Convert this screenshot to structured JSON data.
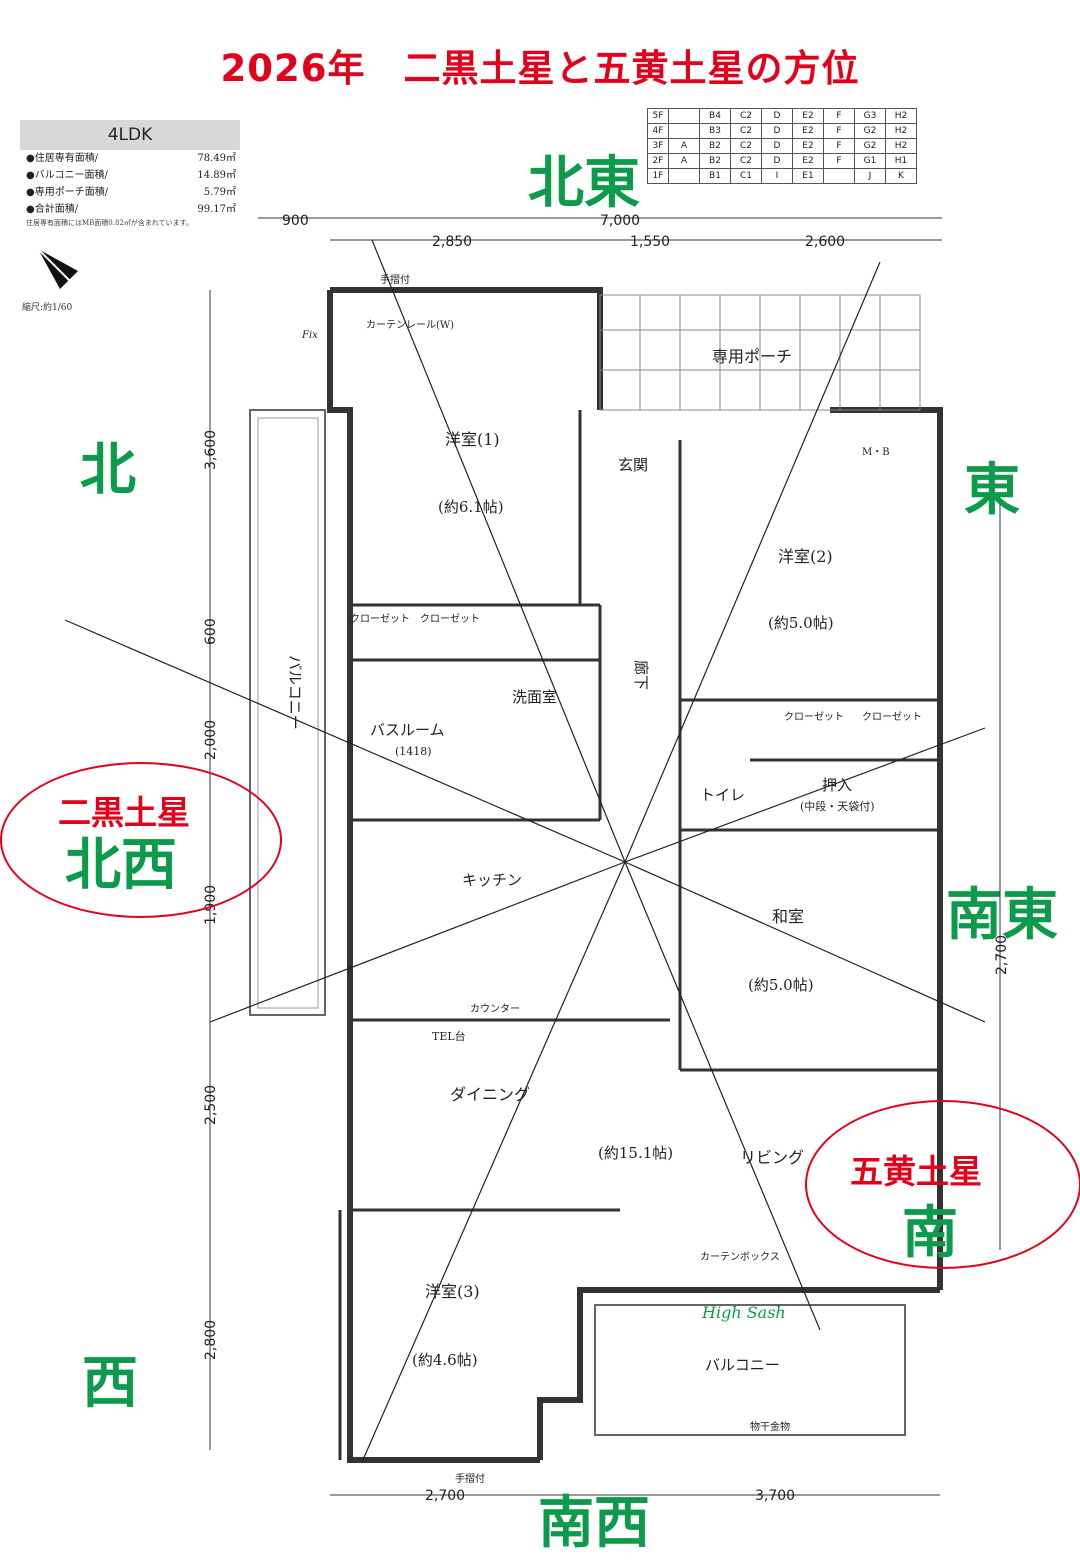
{
  "title": "2026年　二黒土星と五黄土星の方位",
  "directions": {
    "n": "北",
    "ne": "北東",
    "e": "東",
    "se": "南東",
    "s": "南",
    "sw": "南西",
    "w": "西",
    "nw": "北西"
  },
  "stars": {
    "jikoku": "二黒土星",
    "goou": "五黄土星"
  },
  "colors": {
    "title": "#e3001b",
    "direction": "#0b9b4a",
    "star_mark": "#e3001b",
    "lines": "#222222"
  },
  "plan_info": {
    "type": "4LDK",
    "rows": [
      {
        "label": "●住居専有面積/",
        "value": "78.49㎡"
      },
      {
        "label": "●バルコニー面積/",
        "value": "14.89㎡"
      },
      {
        "label": "●専用ポーチ面積/",
        "value": "5.79㎡"
      },
      {
        "label": "●合計面積/",
        "value": "99.17㎡"
      }
    ],
    "note": "住居専有面積にはMB面積0.82㎡が含まれています。",
    "scale": "縮尺:約1/60"
  },
  "floor_table": {
    "rows": [
      [
        "5F",
        "",
        "B4",
        "C2",
        "D",
        "E2",
        "F",
        "G3",
        "H2"
      ],
      [
        "4F",
        "",
        "B3",
        "C2",
        "D",
        "E2",
        "F",
        "G2",
        "H2"
      ],
      [
        "3F",
        "A",
        "B2",
        "C2",
        "D",
        "E2",
        "F",
        "G2",
        "H2"
      ],
      [
        "2F",
        "A",
        "B2",
        "C2",
        "D",
        "E2",
        "F",
        "G1",
        "H1"
      ],
      [
        "1F",
        "",
        "B1",
        "C1",
        "I",
        "E1",
        "",
        "J",
        "K"
      ]
    ]
  },
  "dimensions": {
    "top": [
      "900",
      "7,000",
      "2,850",
      "1,550",
      "2,600"
    ],
    "left": [
      "3,600",
      "600",
      "2,000",
      "1,900",
      "2,500",
      "2,800"
    ],
    "right": [
      "2,700"
    ],
    "bottom": [
      "2,700",
      "3,700"
    ]
  },
  "rooms": {
    "western1": "洋室(1)",
    "western1_size": "(約6.1帖)",
    "western2": "洋室(2)",
    "western2_size": "(約5.0帖)",
    "western3": "洋室(3)",
    "western3_size": "(約4.6帖)",
    "entrance": "玄関",
    "porch": "専用ポーチ",
    "hall": "廊下",
    "bath": "バスルーム",
    "bath_size": "(1418)",
    "washroom": "洗面室",
    "toilet": "トイレ",
    "kitchen": "キッチン",
    "japanese": "和室",
    "japanese_size": "(約5.0帖)",
    "oshiire": "押入",
    "oshiire_note": "(中段・天袋付)",
    "dining": "ダイニング",
    "living": "リビング",
    "ldk_size": "(約15.1帖)",
    "balcony_west": "バルコニー",
    "balcony_south": "バルコニー",
    "high_sash": "High Sash",
    "closet_a": "クローゼット",
    "closet_b": "クローゼット",
    "closet_c": "クローゼット",
    "closet_d": "クローゼット",
    "mb": "M・B",
    "curtain_rail": "カーテンレール(W)",
    "curtain_box": "カーテンボックス",
    "counter": "カウンター",
    "tel": "TEL台",
    "drying": "物干金物",
    "handrail_top": "手摺付",
    "handrail_bottom": "手摺付",
    "fix": "Fix"
  }
}
